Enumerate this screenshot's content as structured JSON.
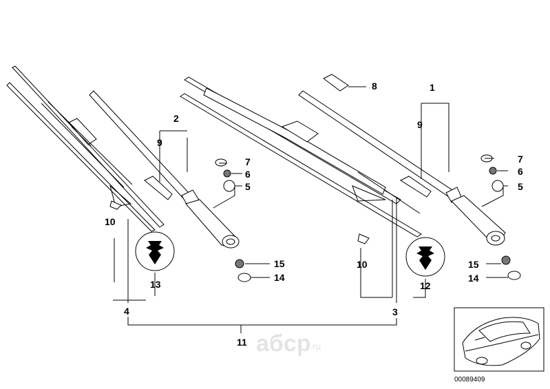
{
  "callouts": {
    "c1": "1",
    "c2": "2",
    "c3": "3",
    "c4": "4",
    "c5a": "5",
    "c5b": "5",
    "c6a": "6",
    "c6b": "6",
    "c7a": "7",
    "c7b": "7",
    "c8": "8",
    "c9a": "9",
    "c9b": "9",
    "c10a": "10",
    "c10b": "10",
    "c11": "11",
    "c12": "12",
    "c13": "13",
    "c14a": "14",
    "c14b": "14",
    "c15a": "15",
    "c15b": "15"
  },
  "watermark": {
    "brand": "aбcp",
    "tld": ".ru"
  },
  "inset": {
    "code": "00089409"
  },
  "colors": {
    "line": "#000000",
    "watermark": "#e4e4e4"
  }
}
